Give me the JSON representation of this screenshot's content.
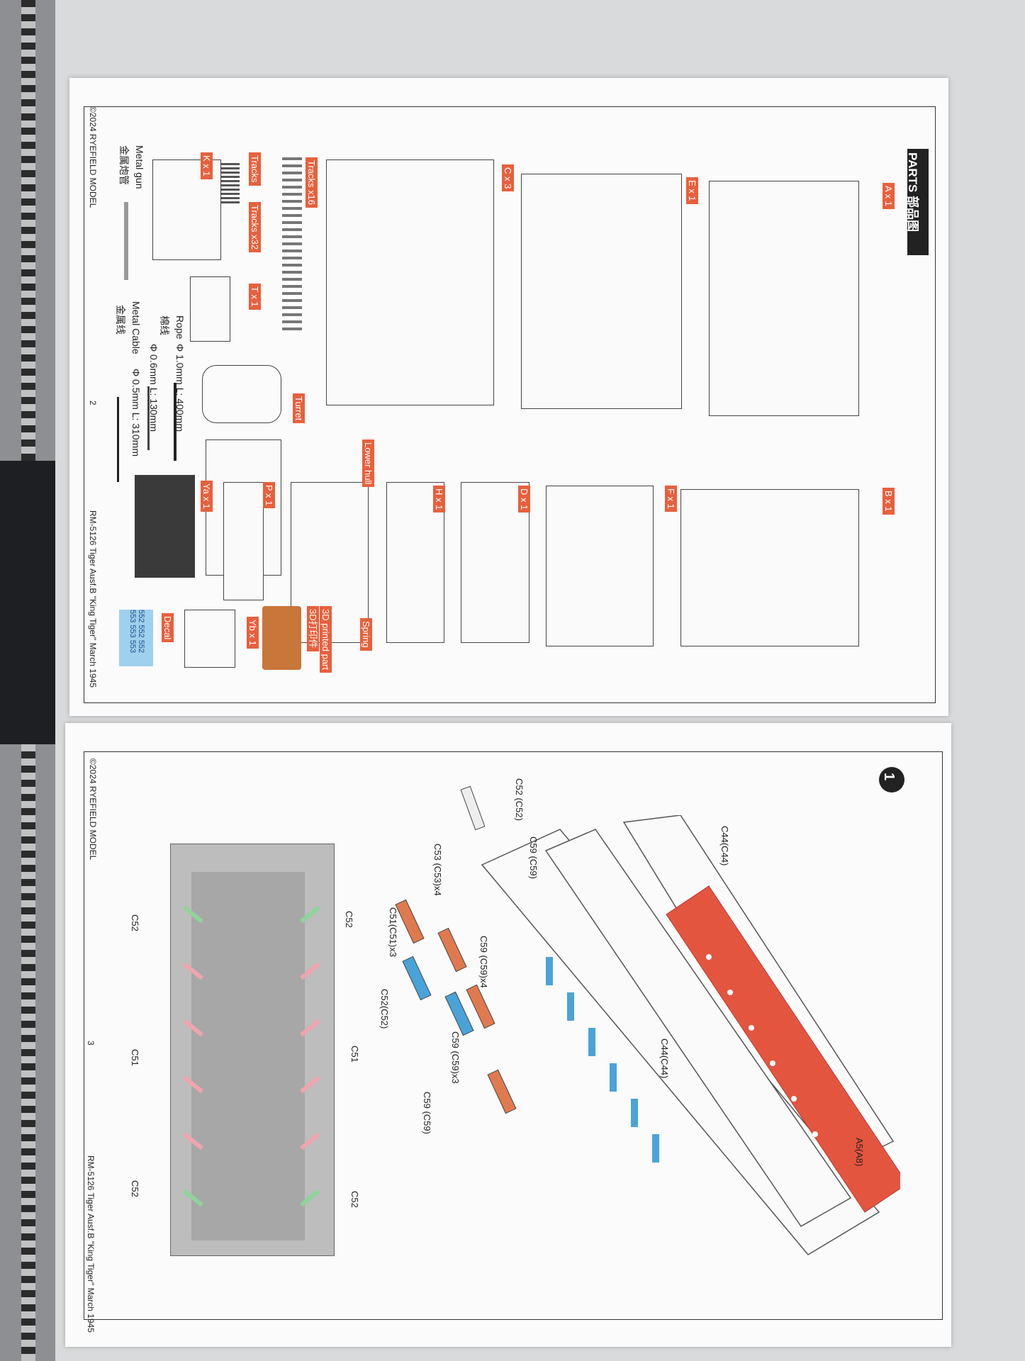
{
  "page2": {
    "heading": "PARTS 部品图",
    "footer_copyright": "©2024 RYEFIELD MODEL",
    "page_number": "2",
    "footer_title": "RM-5126 Tiger Ausf.B \"King Tiger\" March 1945",
    "sprue_labels": {
      "a": "A x 1",
      "b": "B x 1",
      "e": "E x 1",
      "f": "F x 1",
      "c": "C x 3",
      "d": "D x 1",
      "h": "H x 1",
      "lower_hull": "Lower hull",
      "spring": "Spring",
      "printed": "3D printed part",
      "printed_cn": "3D打印件",
      "tracks16": "Tracks x16",
      "tracks": "Tracks",
      "tracks32": "Tracks x32",
      "turret": "Turret",
      "p": "P x 1",
      "yb": "Yb x 1",
      "k": "K x 1",
      "t": "T x 1",
      "ya": "Ya x 1",
      "decal": "Decal"
    },
    "materials": {
      "rope_label": "Rope",
      "rope_cn": "棉线",
      "rope_1": "Φ 1.0mm  L: 400mm",
      "rope_2": "Φ 0.6mm  L: 130mm",
      "metal_gun": "Metal gun",
      "metal_gun_cn": "金属炮管",
      "metal_cable": "Metal Cable",
      "metal_cable_cn": "金属线",
      "cable_spec": "Φ 0.5mm  L: 310mm"
    },
    "decal_numbers": "552 552 552 553 553 553"
  },
  "page3": {
    "step_number": "1",
    "footer_copyright": "©2024 RYEFIELD MODEL",
    "page_number": "3",
    "footer_title": "RM-5126 Tiger Ausf.B \"King Tiger\" March 1945",
    "callouts": {
      "c52_paren": "C52 (C52)",
      "c44_top": "C44(C44)",
      "c59_top": "C59 (C59)",
      "c53": "C53 (C53)x4",
      "c59x4": "C59 (C59)x4",
      "c51": "C51(C51)x3",
      "c52c52": "C52(C52)",
      "c44_mid": "C44(C44)",
      "c59x3": "C59 (C59)x3",
      "c59_right": "C59 (C59)",
      "a5": "A5(A8)",
      "c52_a": "C52",
      "c52_b": "C52",
      "c51_a": "C51",
      "c51_b": "C51",
      "c52_c": "C52",
      "c52_d": "C52"
    }
  },
  "colors": {
    "accent_tag": "#e8603c",
    "fender_red": "#e4553f",
    "part_blue": "#4aa3d8",
    "part_orange": "#e07a4e",
    "arm_green": "#8fd49a",
    "arm_pink": "#f0a4ae"
  }
}
